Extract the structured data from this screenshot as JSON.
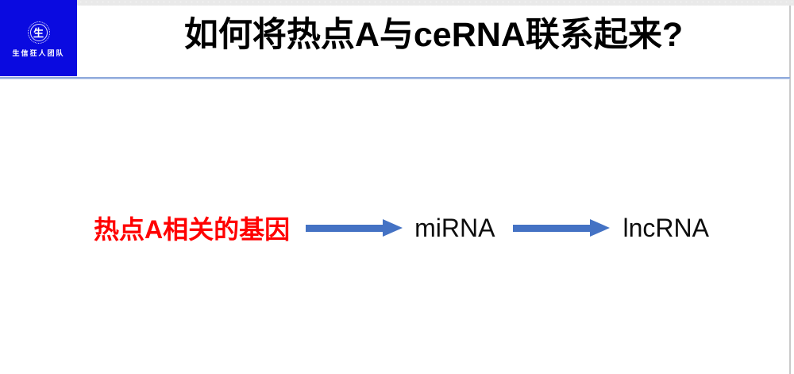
{
  "slide": {
    "title": "如何将热点A与ceRNA联系起来?",
    "logo": {
      "emblem_char": "生",
      "team_name": "生信狂人团队"
    },
    "flow": {
      "source_label": "热点A相关的基因",
      "mirna_label": "miRNA",
      "lncrna_label": "lncRNA"
    },
    "colors": {
      "logo_background": "#0a0ae0",
      "divider_line": "#8faadc",
      "arrow_fill": "#4472c4",
      "source_text": "#ff0000",
      "title_text": "#000000"
    }
  }
}
